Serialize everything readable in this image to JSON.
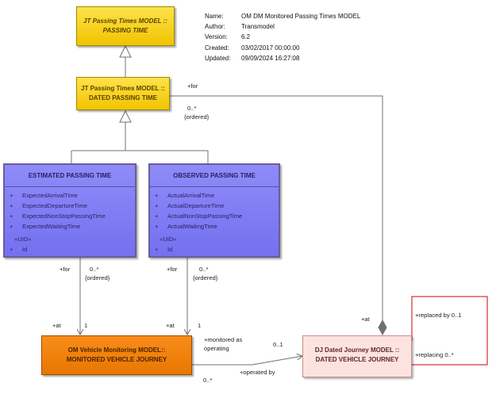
{
  "meta": [
    {
      "key": "Name:",
      "value": "OM DM Monitored Passing Times MODEL"
    },
    {
      "key": "Author:",
      "value": "Transmodel"
    },
    {
      "key": "Version:",
      "value": "6.2"
    },
    {
      "key": "Created:",
      "value": "03/02/2017 00:00:00"
    },
    {
      "key": "Updated:",
      "value": "09/09/2024 16:27:08"
    }
  ],
  "classes": {
    "passing_time": {
      "line1": "JT Passing Times MODEL ::",
      "line2": "PASSING TIME"
    },
    "dated_passing_time": {
      "line1": "JT Passing Times MODEL ::",
      "line2": "DATED PASSING TIME"
    },
    "estimated": {
      "title": "ESTIMATED PASSING TIME",
      "attributes": [
        {
          "vis": "+",
          "name": "ExpectedArrivalTime"
        },
        {
          "vis": "+",
          "name": "ExpectedDepartureTime"
        },
        {
          "vis": "+",
          "name": "ExpectedNonStopPassingTime"
        },
        {
          "vis": "+",
          "name": "ExpectedWaitingTime"
        }
      ],
      "stereotype": "«UID»",
      "uid": {
        "vis": "+",
        "name": "Id"
      }
    },
    "observed": {
      "title": "OBSERVED PASSING TIME",
      "attributes": [
        {
          "vis": "+",
          "name": "ActualArrivalTime"
        },
        {
          "vis": "+",
          "name": "ActualDepartureTime"
        },
        {
          "vis": "+",
          "name": "ActualNonStopPassingTime"
        },
        {
          "vis": "+",
          "name": "ActualWaitingTime"
        }
      ],
      "stereotype": "«UID»",
      "uid": {
        "vis": "+",
        "name": "Id"
      }
    },
    "monitored_vj": {
      "line1": "OM Vehicle Monitoring MODEL::",
      "line2": "MONITORED VEHICLE JOURNEY"
    },
    "dated_vj": {
      "line1": "DJ Dated Journey MODEL ::",
      "line2": "DATED VEHICLE JOURNEY"
    }
  },
  "labels": {
    "for_top": "+for",
    "mult_top": "0..*",
    "ordered_top": "{ordered}",
    "est_for": "+for",
    "est_mult": "0..*",
    "est_ordered": "{ordered}",
    "est_at": "+at",
    "est_one": "1",
    "obs_for": "+for",
    "obs_mult": "0..*",
    "obs_ordered": "{ordered}",
    "obs_at": "+at",
    "obs_one": "1",
    "monitored_as": "+monitored as",
    "operating": "operating",
    "mult_01": "0..1",
    "operated_by": "+operated by",
    "mult_bottom": "0..*",
    "dated_at": "+at",
    "replaced_by": "+replaced by 0..1",
    "replacing": "+replacing 0..*"
  },
  "colors": {
    "yellow": "#f1c400",
    "purple": "#7470f0",
    "orange": "#e87700",
    "pink": "#fde3df",
    "self_assoc": "#d00000",
    "line": "#707070"
  }
}
